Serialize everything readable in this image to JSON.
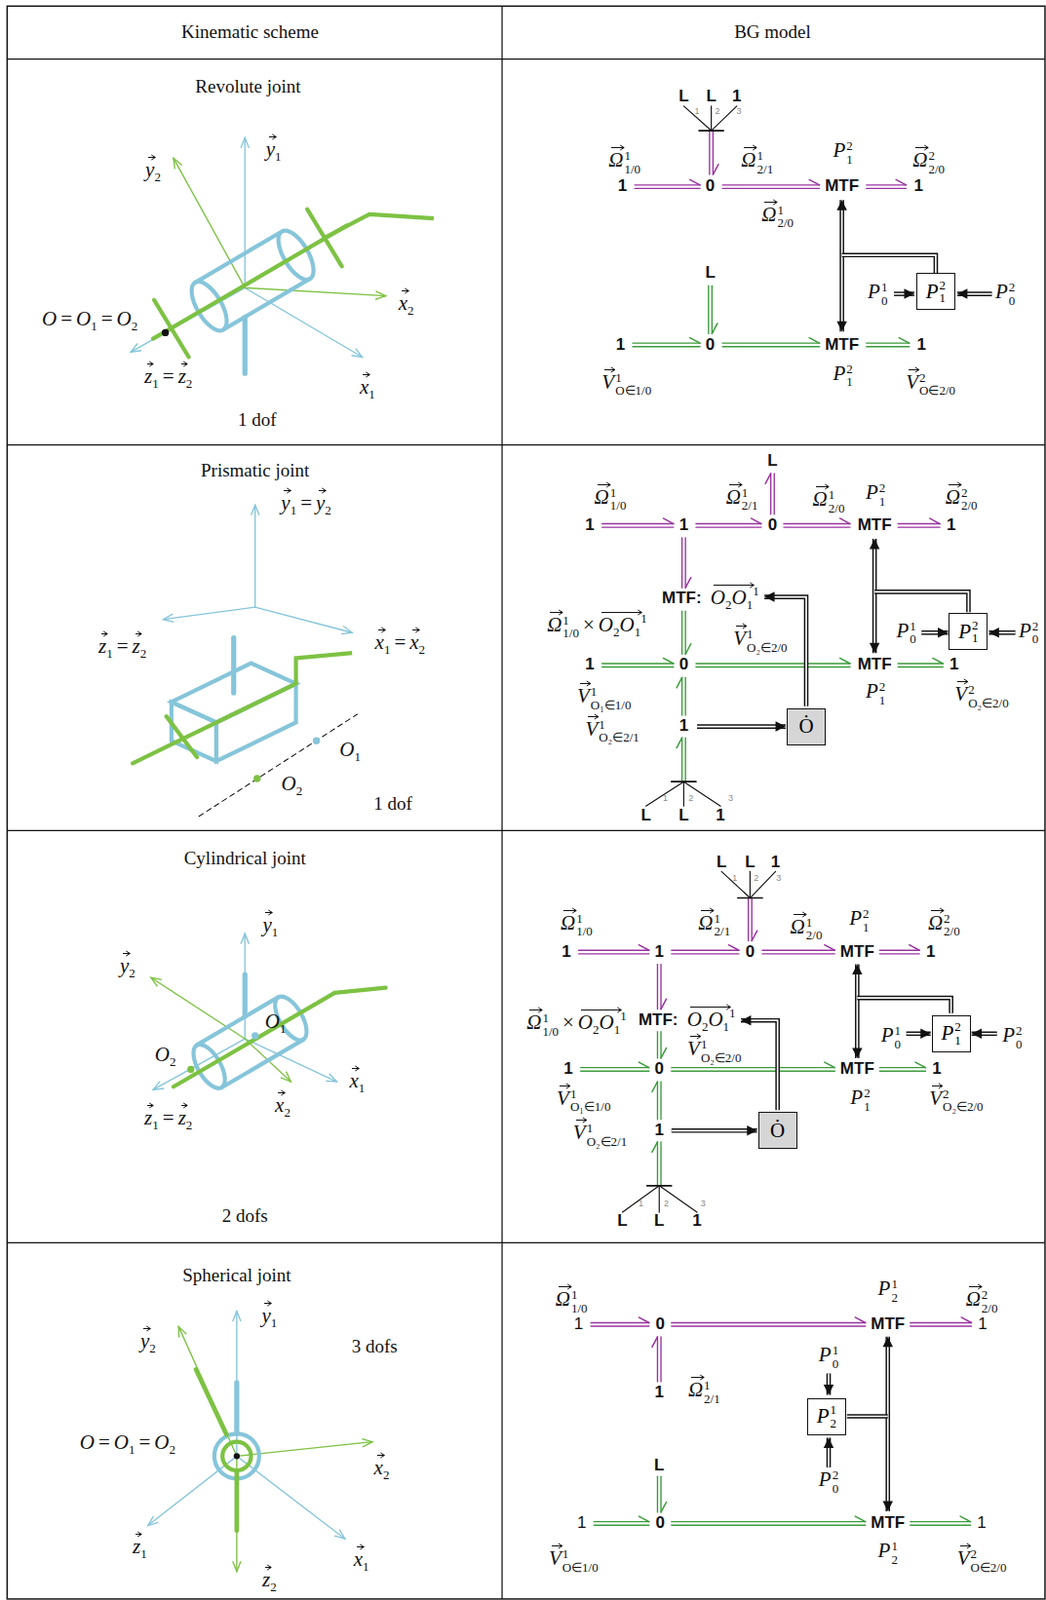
{
  "diagram": {
    "nodes": [
      {
        "text": [
          "P",
          "1",
          "2"
        ]
      },
      {
        "text": [
          "P",
          "1",
          "2"
        ]
      },
      {
        "text": [
          "Ȯ"
        ]
      },
      {
        "text": [
          "P",
          "1",
          "2"
        ]
      },
      {
        "text": [
          "Ȯ"
        ]
      },
      {
        "text": [
          "P",
          "2",
          "1"
        ]
      }
    ],
    "labels": [
      "Kinematic scheme",
      "BG model",
      "Revolute joint",
      "y",
      "1",
      "y",
      "2",
      "x",
      "2",
      "O",
      "=",
      "O",
      "1",
      "=",
      "O",
      "2",
      "z",
      "1",
      "=",
      "z",
      "2",
      "x",
      "1",
      "1 dof",
      "L",
      "L",
      "1",
      "1",
      "2",
      "3",
      "Ω",
      "1/0",
      "1",
      "Ω",
      "2/1",
      "1",
      "P",
      "1",
      "2",
      "Ω",
      "2/0",
      "2",
      "1",
      "0",
      "MTF",
      "1",
      "Ω",
      "2/0",
      "1",
      "P",
      "0",
      "1",
      "P",
      "0",
      "2",
      "L",
      "1",
      "0",
      "MTF",
      "1",
      "V",
      "O∈1/0",
      "1",
      "P",
      "1",
      "2",
      "V",
      "O∈2/0",
      "2",
      "Prismatic joint",
      "y",
      "1",
      "=",
      "y",
      "2",
      "z",
      "1",
      "=",
      "z",
      "2",
      "x",
      "1",
      "=",
      "x",
      "2",
      "O",
      "1",
      "O",
      "2",
      "1 dof",
      "L",
      "Ω",
      "1/0",
      "1",
      "Ω",
      "2/1",
      "1",
      "Ω",
      "2/0",
      "1",
      "P",
      "1",
      "2",
      "Ω",
      "2/0",
      "2",
      "1",
      "1",
      "0",
      "MTF",
      "1",
      "MTF:",
      "O",
      "2",
      "O",
      "1",
      "1",
      "Ω",
      "1/0",
      "1",
      "×",
      "O",
      "2",
      "O",
      "1",
      "1",
      "V",
      "O₂∈2/0",
      "1",
      "P",
      "0",
      "1",
      "P",
      "0",
      "2",
      "1",
      "0",
      "MTF",
      "1",
      "V",
      "O₁∈1/0",
      "1",
      "P",
      "1",
      "2",
      "V",
      "O₂∈2/0",
      "2",
      "V",
      "O₂∈2/1",
      "1",
      "1",
      "L",
      "L",
      "1",
      "1",
      "2",
      "3",
      "Cylindrical joint",
      "y",
      "1",
      "y",
      "2",
      "O",
      "1",
      "O",
      "2",
      "x",
      "1",
      "x",
      "2",
      "z",
      "1",
      "=",
      "z",
      "2",
      "2 dofs",
      "L",
      "L",
      "1",
      "1",
      "2",
      "3",
      "Ω",
      "1/0",
      "1",
      "Ω",
      "2/1",
      "1",
      "Ω",
      "2/0",
      "1",
      "P",
      "1",
      "2",
      "Ω",
      "2/0",
      "2",
      "1",
      "1",
      "0",
      "MTF",
      "1",
      "MTF:",
      "O",
      "2",
      "O",
      "1",
      "1",
      "Ω",
      "1/0",
      "1",
      "×",
      "O",
      "2",
      "O",
      "1",
      "1",
      "V",
      "O₂∈2/0",
      "1",
      "P",
      "0",
      "1",
      "P",
      "0",
      "2",
      "1",
      "0",
      "MTF",
      "1",
      "V",
      "O₁∈1/0",
      "1",
      "P",
      "1",
      "2",
      "V",
      "O₂∈2/0",
      "2",
      "V",
      "O₂∈2/1",
      "1",
      "1",
      "L",
      "L",
      "1",
      "1",
      "2",
      "3",
      "Spherical joint",
      "y",
      "1",
      "3 dofs",
      "y",
      "2",
      "O",
      "=",
      "O",
      "1",
      "=",
      "O",
      "2",
      "x",
      "2",
      "z",
      "1",
      "x",
      "1",
      "z",
      "2",
      "Ω",
      "1/0",
      "1",
      "P",
      "2",
      "1",
      "Ω",
      "2/0",
      "2",
      "1",
      "0",
      "MTF",
      "1",
      "P",
      "0",
      "1",
      "1",
      "Ω",
      "2/1",
      "1",
      "L",
      "P",
      "0",
      "2",
      "1",
      "0",
      "MTF",
      "1",
      "V",
      "O∈1/0",
      "1",
      "P",
      "2",
      "1",
      "V",
      "O∈2/0",
      "2"
    ]
  }
}
